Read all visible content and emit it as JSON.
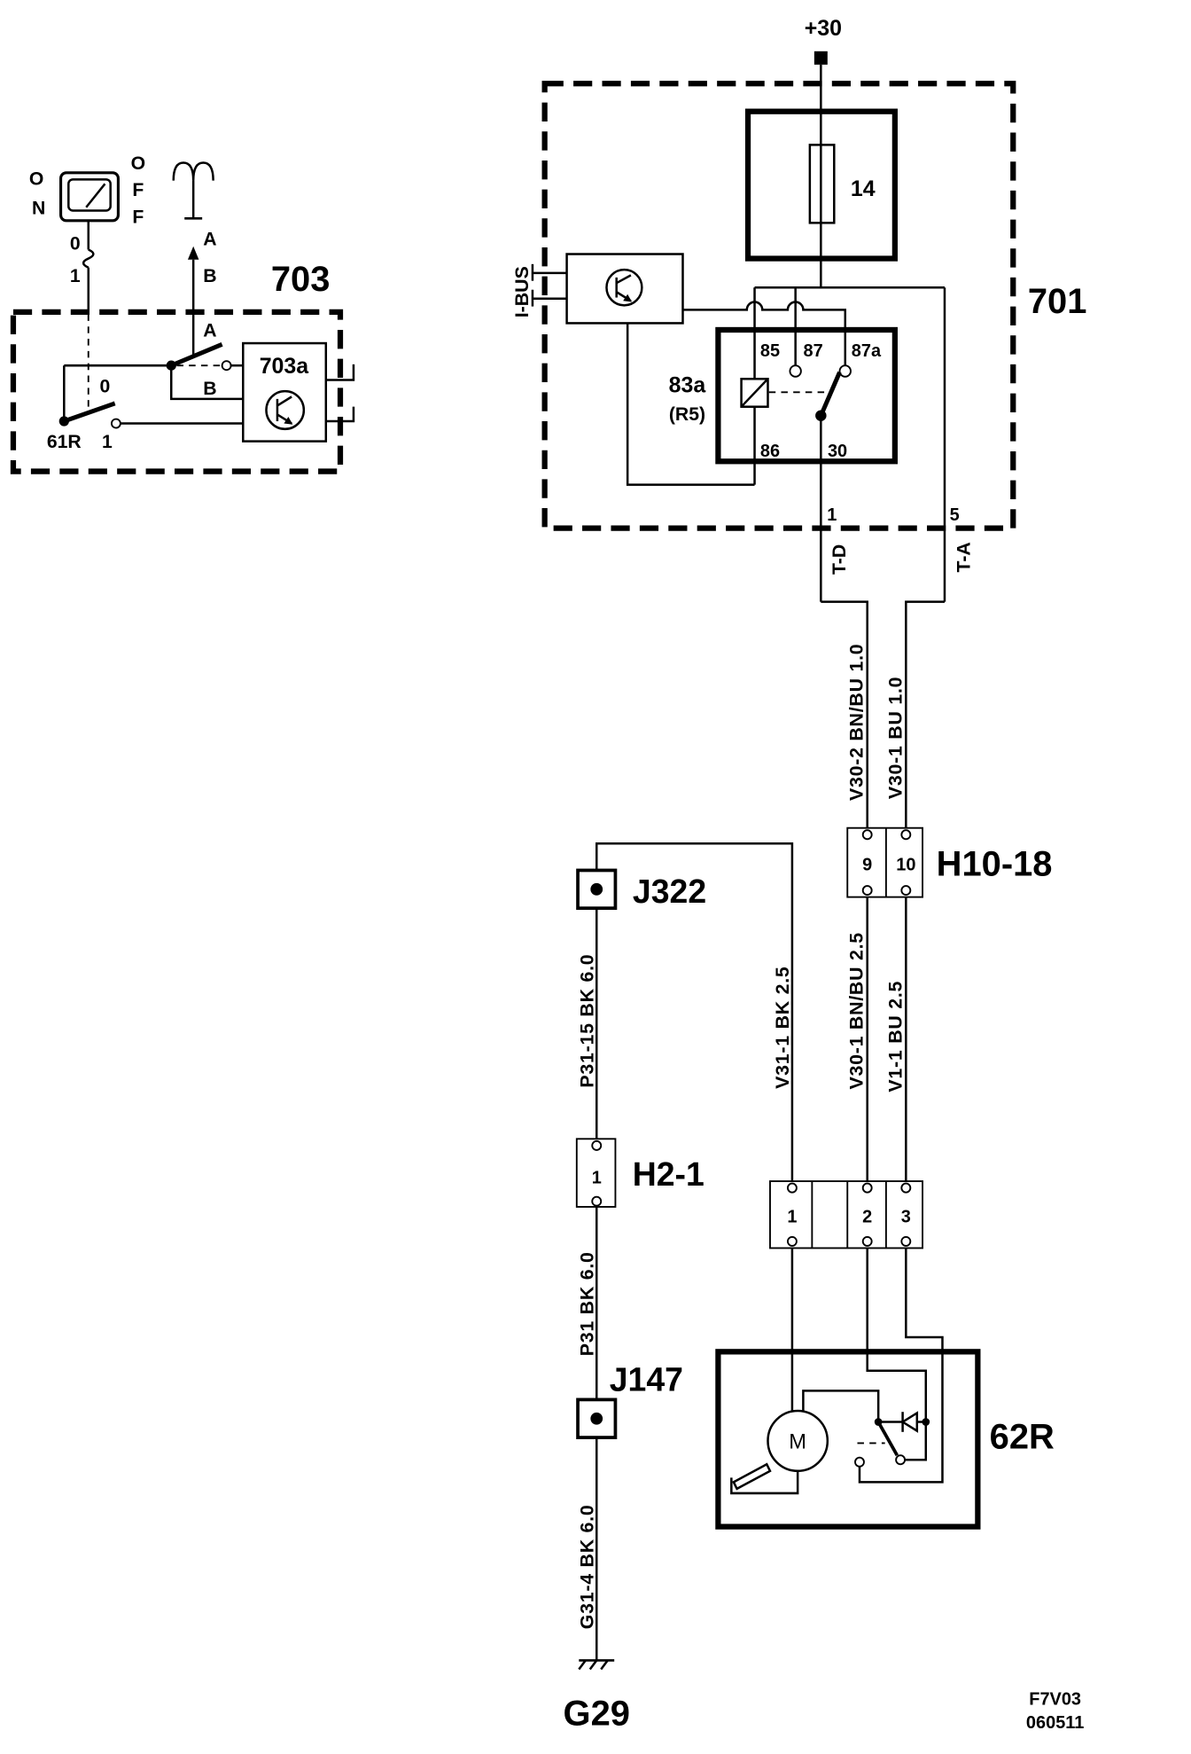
{
  "supply": {
    "label": "+30"
  },
  "module_701": {
    "label": "701",
    "fuse": "14",
    "bus_label": "I-BUS",
    "relay": {
      "id": "83a",
      "position": "(R5)",
      "pin_85": "85",
      "pin_87": "87",
      "pin_87a": "87a",
      "pin_86": "86",
      "pin_30": "30"
    },
    "terminals": {
      "t1": "1",
      "t5": "5"
    },
    "connectors": {
      "td": "T-D",
      "ta": "T-A"
    }
  },
  "module_703": {
    "label": "703",
    "sub_unit": "703a",
    "switch_id": "61R",
    "switch_pos_0": "0",
    "switch_pos_1": "1",
    "contact_a": "A",
    "contact_b": "B"
  },
  "mode_switch": {
    "on_letters": [
      "O",
      "N"
    ],
    "off_letters": [
      "O",
      "F",
      "F"
    ],
    "pos_0": "0",
    "pos_1": "1"
  },
  "antenna": {
    "contact_a": "A",
    "contact_b": "B"
  },
  "wires": {
    "v30_2_upper": "V30-2 BN/BU 1.0",
    "v30_1_upper": "V30-1 BU 1.0",
    "v30_1_lower": "V30-1 BN/BU 2.5",
    "v1_1": "V1-1 BU 2.5",
    "v31_1": "V31-1 BK 2.5",
    "p31_15": "P31-15 BK 6.0",
    "p31": "P31 BK 6.0",
    "g31_4": "G31-4 BK 6.0"
  },
  "connectors": {
    "h10_18": {
      "label": "H10-18",
      "pins": [
        "9",
        "10"
      ]
    },
    "h2_1": {
      "label": "H2-1",
      "pin": "1"
    },
    "motor_connector": {
      "pins": [
        "1",
        "2",
        "3"
      ]
    }
  },
  "junctions": {
    "j322": "J322",
    "j147": "J147"
  },
  "ground": {
    "label": "G29"
  },
  "motor": {
    "label": "62R",
    "symbol": "M"
  },
  "footer": {
    "code": "F7V03",
    "date": "060511"
  }
}
